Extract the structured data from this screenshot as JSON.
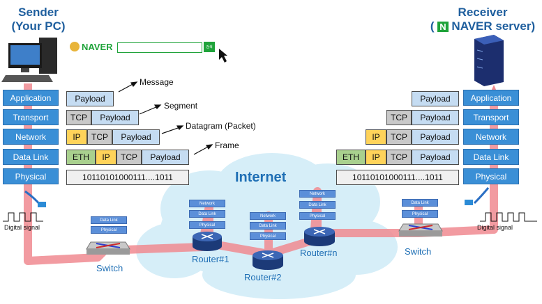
{
  "sender": {
    "title_line1": "Sender",
    "title_line2": "(Your PC)"
  },
  "receiver": {
    "title_line1": "Receiver",
    "title_prefix": "(",
    "naver_n": "N",
    "title_rest": "NAVER server)"
  },
  "browser": {
    "logo": "NAVER",
    "button": "검색"
  },
  "layers": [
    "Application",
    "Transport",
    "Network",
    "Data Link",
    "Physical"
  ],
  "pdu": {
    "message": "Message",
    "segment": "Segment",
    "datagram": "Datagram (Packet)",
    "frame": "Frame"
  },
  "headers": {
    "payload": "Payload",
    "tcp": "TCP",
    "ip": "IP",
    "eth": "ETH"
  },
  "bits": "10110101000111....1011",
  "internet": "Internet",
  "devices": {
    "switch": "Switch",
    "router1": "Router#1",
    "router2": "Router#2",
    "routern": "Router#n"
  },
  "slabs": {
    "network": "Network",
    "datalink": "Data Link",
    "physical": "Physical"
  },
  "digital_signal": "Digital signal",
  "colors": {
    "layer": "#3a8fd6",
    "path": "#f08a90",
    "title": "#1f5f9e",
    "cloud": "#d6eef8"
  }
}
